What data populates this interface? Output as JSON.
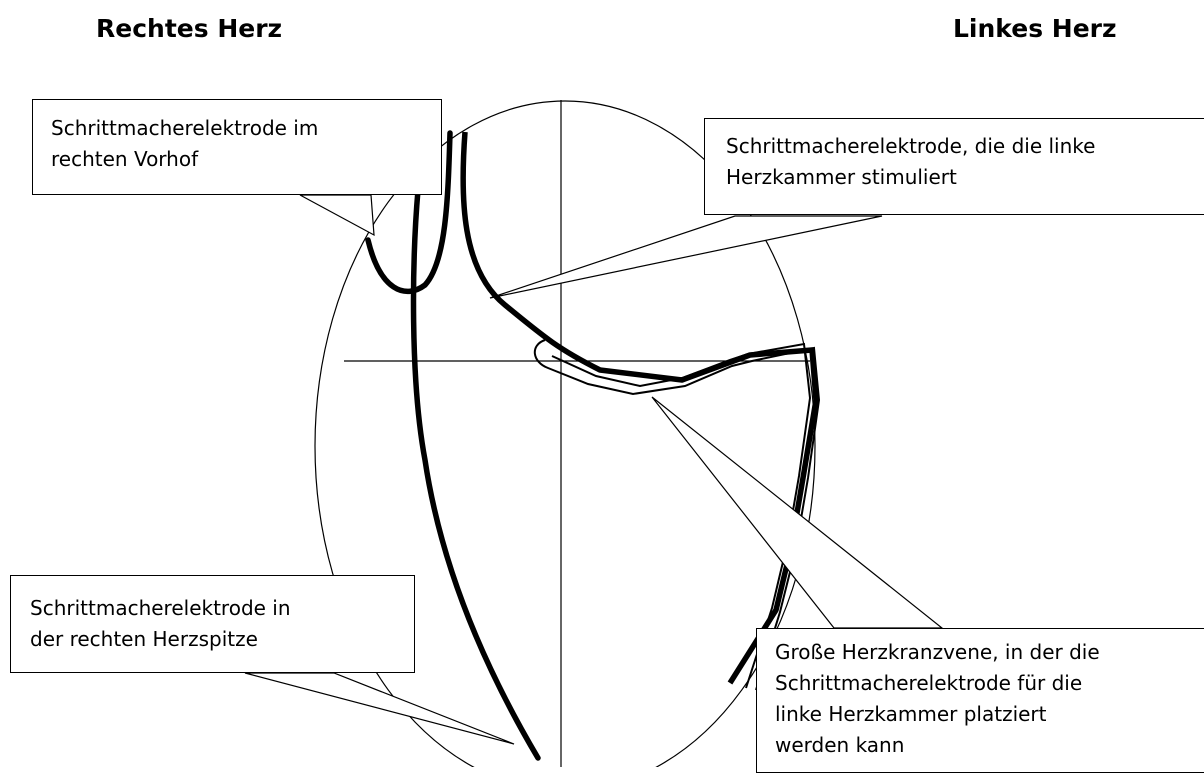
{
  "headings": {
    "right_heart": "Rechtes Herz",
    "left_heart": "Linkes Herz"
  },
  "callouts": {
    "right_atrium_lead": {
      "lines": [
        "Schrittmacherelektrode im",
        "rechten Vorhof"
      ]
    },
    "left_ventricle_lead": {
      "lines": [
        "Schrittmacherelektrode, die die linke",
        "Herzkammer stimuliert"
      ]
    },
    "right_apex_lead": {
      "lines": [
        "Schrittmacherelektrode in",
        "der rechten Herzspitze"
      ]
    },
    "coronary_sinus": {
      "lines": [
        "Große Herzkranzvene, in der die",
        "Schrittmacherelektrode für die",
        "linke Herzkammer platziert",
        "werden kann"
      ]
    }
  },
  "colors": {
    "line": "#000000",
    "background": "#ffffff"
  }
}
